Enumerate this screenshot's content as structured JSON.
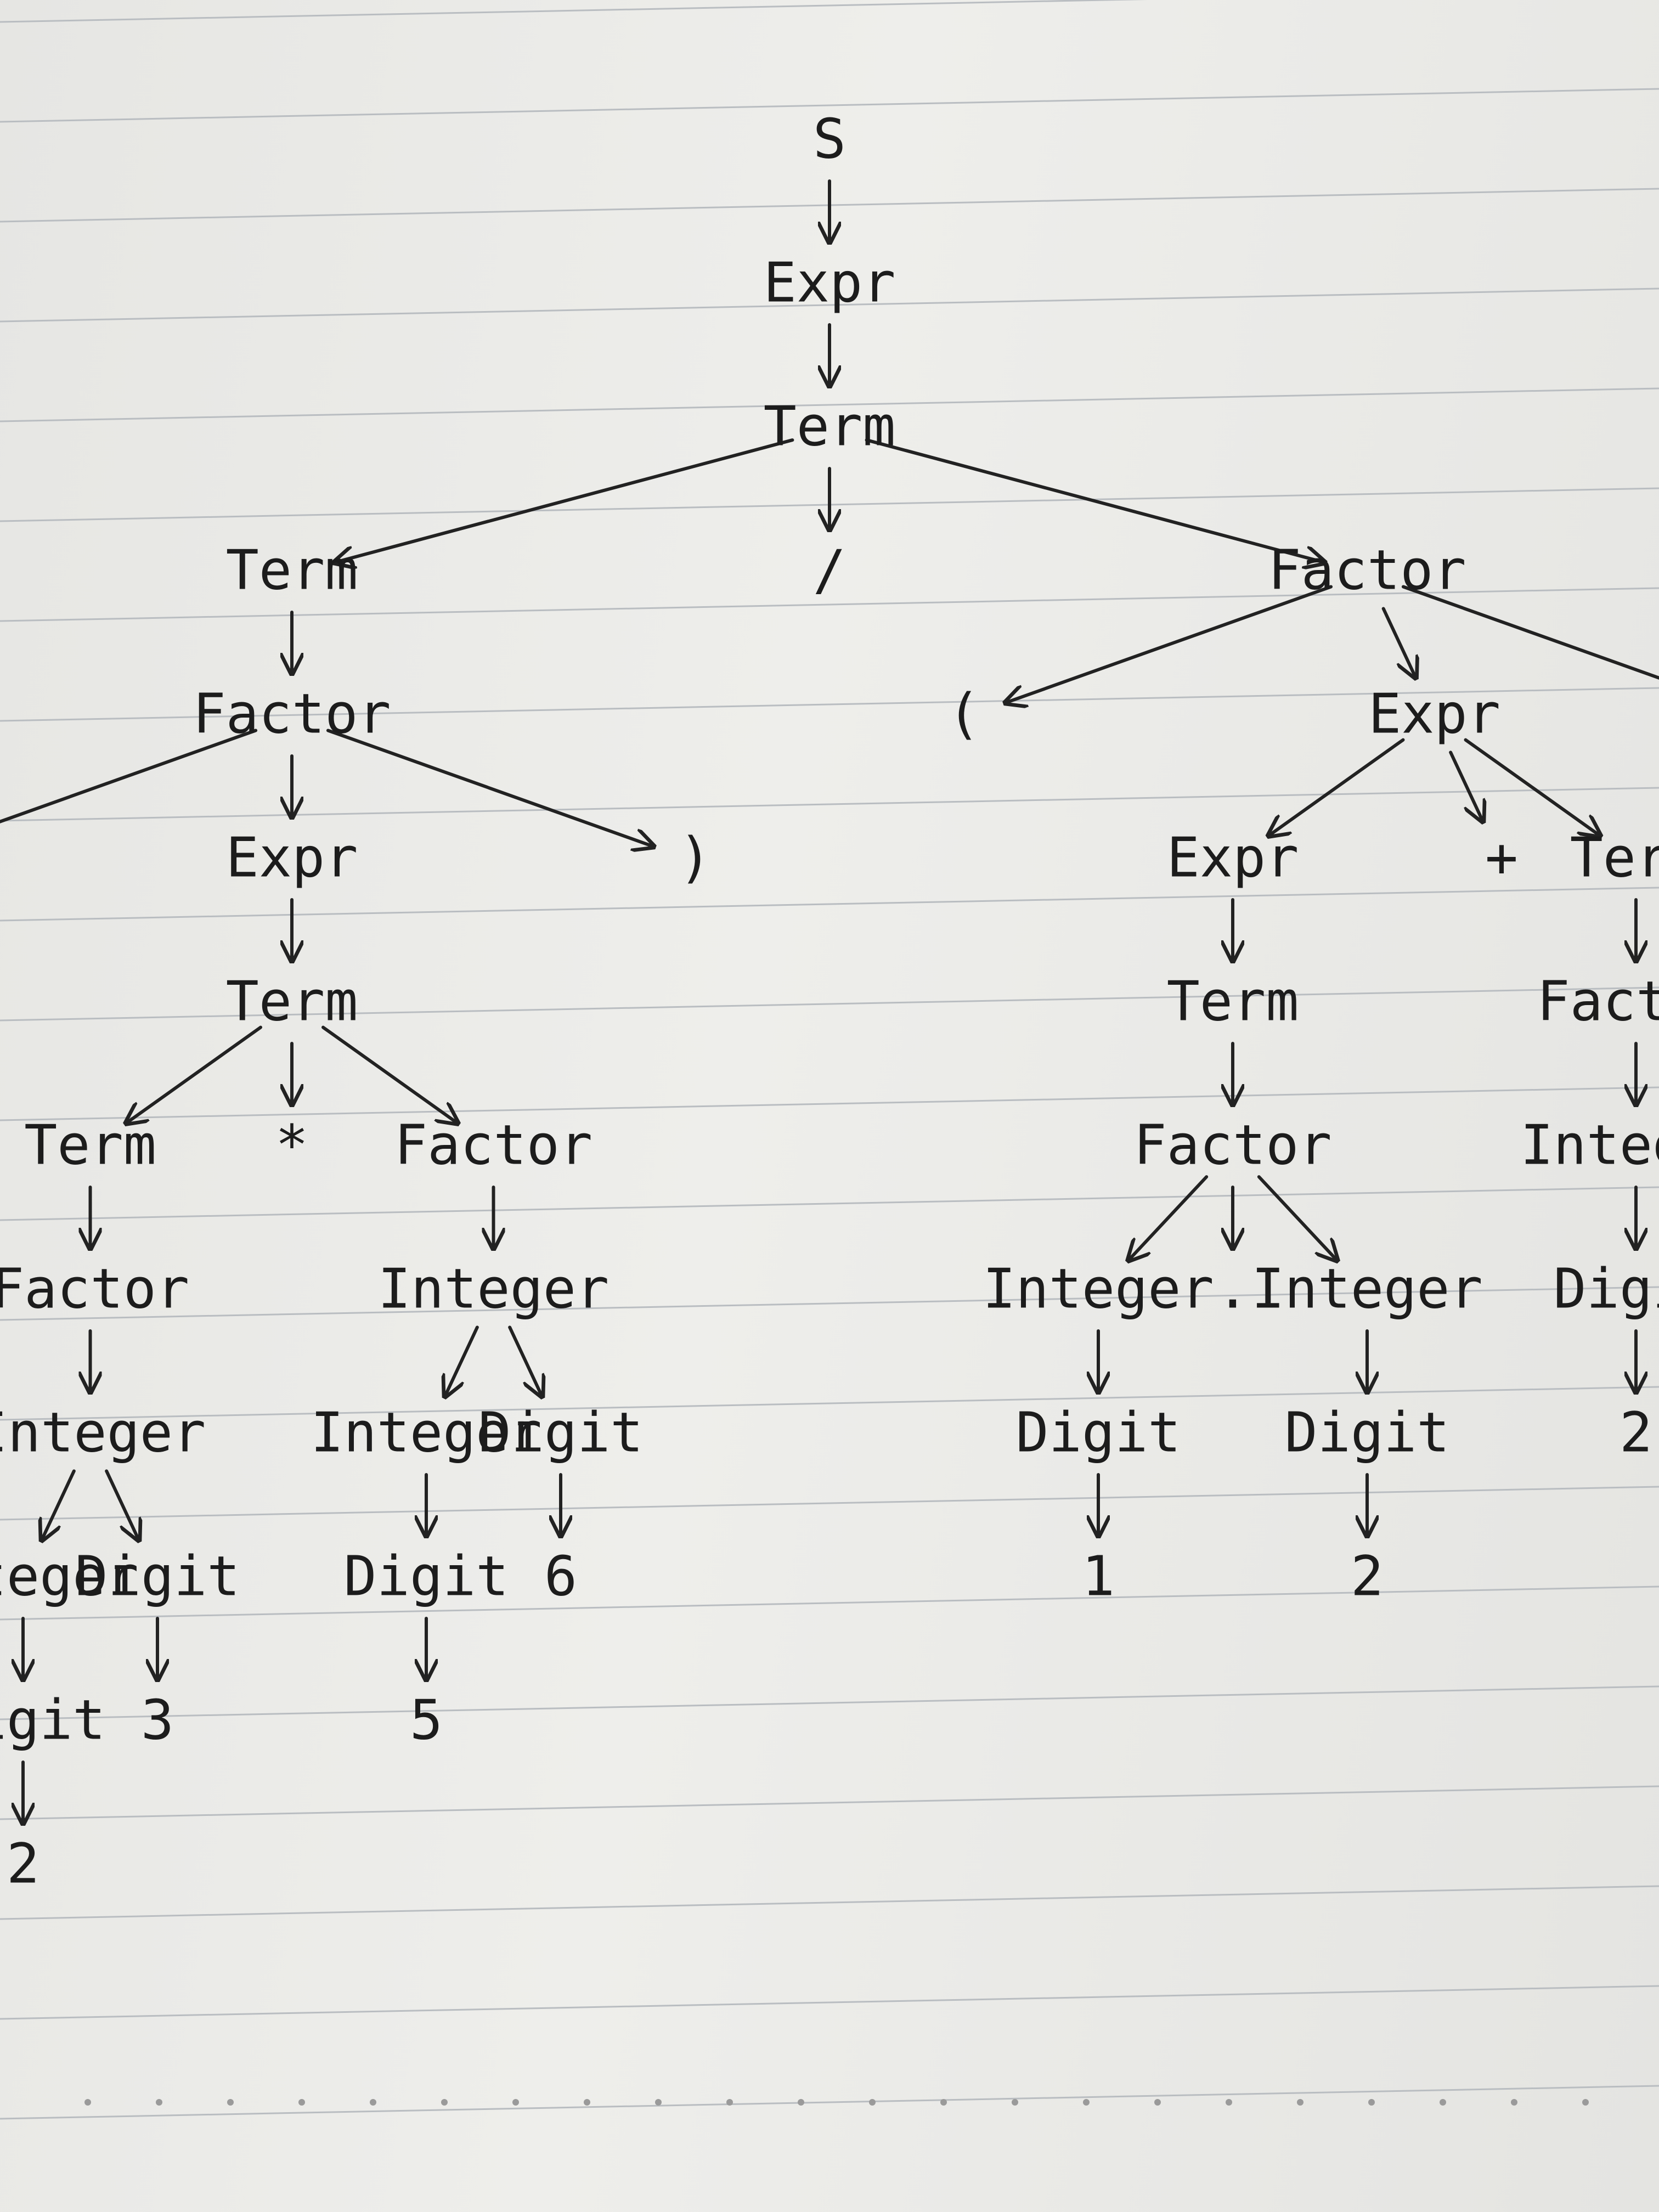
{
  "tree": {
    "root": {
      "label": "S",
      "children": [
        {
          "label": "Expr",
          "children": [
            {
              "label": "Term",
              "children": [
                {
                  "label": "Term",
                  "children": [
                    {
                      "label": "Factor",
                      "children": [
                        {
                          "label": "("
                        },
                        {
                          "label": "Expr",
                          "children": [
                            {
                              "label": "Term",
                              "children": [
                                {
                                  "label": "Term",
                                  "children": [
                                    {
                                      "label": "Factor",
                                      "children": [
                                        {
                                          "label": "Integer",
                                          "children": [
                                            {
                                              "label": "Integer",
                                              "children": [
                                                {
                                                  "label": "Digit",
                                                  "children": [
                                                    {
                                                      "label": "2"
                                                    }
                                                  ]
                                                }
                                              ]
                                            },
                                            {
                                              "label": "Digit",
                                              "children": [
                                                {
                                                  "label": "3"
                                                }
                                              ]
                                            }
                                          ]
                                        }
                                      ]
                                    }
                                  ]
                                },
                                {
                                  "label": "*"
                                },
                                {
                                  "label": "Factor",
                                  "children": [
                                    {
                                      "label": "Integer",
                                      "children": [
                                        {
                                          "label": "Integer",
                                          "children": [
                                            {
                                              "label": "Digit",
                                              "children": [
                                                {
                                                  "label": "5"
                                                }
                                              ]
                                            }
                                          ]
                                        },
                                        {
                                          "label": "Digit",
                                          "children": [
                                            {
                                              "label": "6"
                                            }
                                          ]
                                        }
                                      ]
                                    }
                                  ]
                                }
                              ]
                            }
                          ]
                        },
                        {
                          "label": ")"
                        }
                      ]
                    }
                  ]
                },
                {
                  "label": "/"
                },
                {
                  "label": "Factor",
                  "children": [
                    {
                      "label": "("
                    },
                    {
                      "label": "Expr",
                      "children": [
                        {
                          "label": "Expr",
                          "children": [
                            {
                              "label": "Term",
                              "children": [
                                {
                                  "label": "Factor",
                                  "children": [
                                    {
                                      "label": "Integer",
                                      "children": [
                                        {
                                          "label": "Digit",
                                          "children": [
                                            {
                                              "label": "1"
                                            }
                                          ]
                                        }
                                      ]
                                    },
                                    {
                                      "label": "."
                                    },
                                    {
                                      "label": "Integer",
                                      "children": [
                                        {
                                          "label": "Digit",
                                          "children": [
                                            {
                                              "label": "2"
                                            }
                                          ]
                                        }
                                      ]
                                    }
                                  ]
                                }
                              ]
                            }
                          ]
                        },
                        {
                          "label": "+"
                        },
                        {
                          "label": "Term",
                          "children": [
                            {
                              "label": "Factor",
                              "children": [
                                {
                                  "label": "Integer",
                                  "children": [
                                    {
                                      "label": "Digit",
                                      "children": [
                                        {
                                          "label": "2"
                                        }
                                      ]
                                    }
                                  ]
                                }
                              ]
                            }
                          ]
                        }
                      ]
                    },
                    {
                      "label": ")"
                    }
                  ]
                }
              ]
            }
          ]
        }
      ]
    }
  },
  "colors": {
    "ink": "#1c1c1c",
    "rule_line": "#b9bdc1",
    "paper": "#eeeeeb"
  }
}
